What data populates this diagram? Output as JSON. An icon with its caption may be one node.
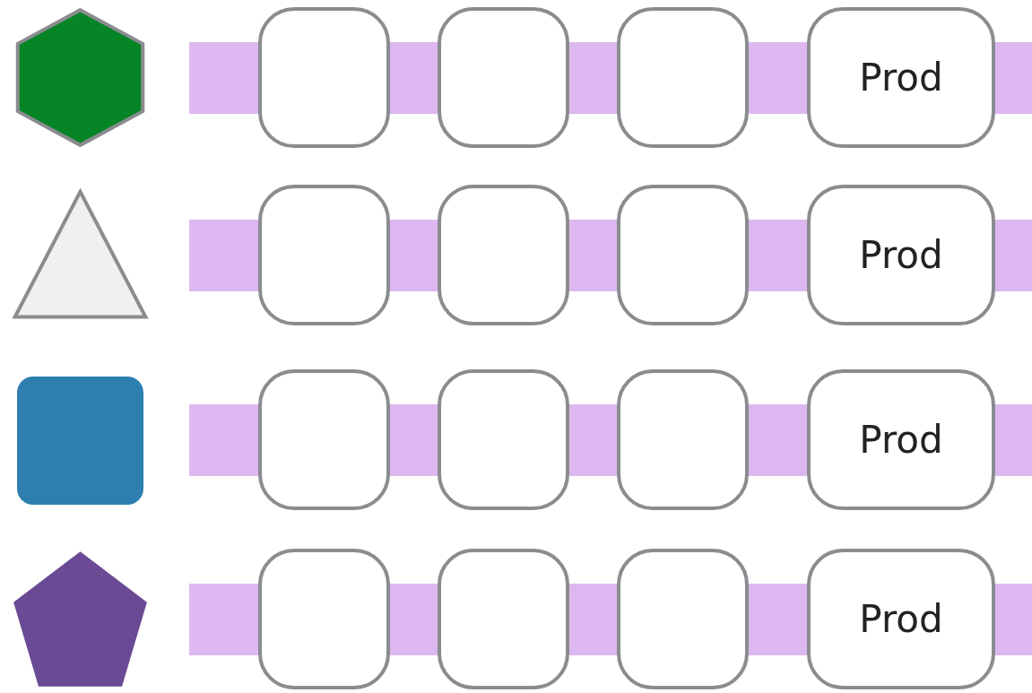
{
  "diagram": {
    "nodes": [
      {
        "text": [],
        "shape": "hexagon"
      },
      {
        "text": [],
        "shape": "bar"
      },
      {
        "text": [],
        "shape": "box"
      },
      {
        "text": [],
        "shape": "bar"
      },
      {
        "text": [],
        "shape": "box"
      },
      {
        "text": [],
        "shape": "bar"
      },
      {
        "text": [],
        "shape": "box"
      },
      {
        "text": [],
        "shape": "bar"
      },
      {
        "text": [
          "Prod"
        ]
      },
      {
        "text": [],
        "shape": "bar"
      },
      {
        "text": [],
        "shape": "triangle"
      },
      {
        "text": [],
        "shape": "bar"
      },
      {
        "text": [],
        "shape": "box"
      },
      {
        "text": [],
        "shape": "bar"
      },
      {
        "text": [],
        "shape": "box"
      },
      {
        "text": [],
        "shape": "bar"
      },
      {
        "text": [],
        "shape": "box"
      },
      {
        "text": [],
        "shape": "bar"
      },
      {
        "text": [
          "Prod"
        ]
      },
      {
        "text": [],
        "shape": "bar"
      },
      {
        "text": [],
        "shape": "square"
      },
      {
        "text": [],
        "shape": "bar"
      },
      {
        "text": [],
        "shape": "box"
      },
      {
        "text": [],
        "shape": "bar"
      },
      {
        "text": [],
        "shape": "box"
      },
      {
        "text": [],
        "shape": "bar"
      },
      {
        "text": [],
        "shape": "box"
      },
      {
        "text": [],
        "shape": "bar"
      },
      {
        "text": [
          "Prod"
        ]
      },
      {
        "text": [],
        "shape": "bar"
      },
      {
        "text": [],
        "shape": "pentagon"
      },
      {
        "text": [],
        "shape": "bar"
      },
      {
        "text": [],
        "shape": "box"
      },
      {
        "text": [],
        "shape": "bar"
      },
      {
        "text": [],
        "shape": "box"
      },
      {
        "text": [],
        "shape": "bar"
      },
      {
        "text": [],
        "shape": "box"
      },
      {
        "text": [],
        "shape": "bar"
      },
      {
        "text": [
          "Prod"
        ]
      },
      {
        "text": [],
        "shape": "bar"
      }
    ]
  }
}
